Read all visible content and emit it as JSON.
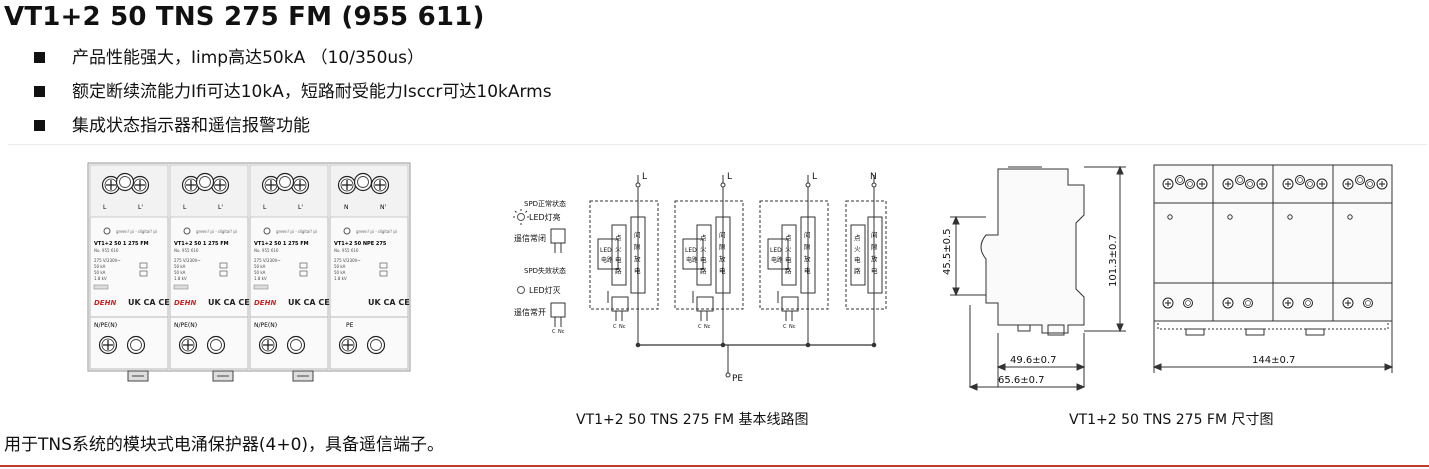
{
  "title": "VT1+2 50 TNS 275 FM (955 611)",
  "features": [
    "产品性能强大，Iimp高达50kA （10/350us）",
    "额定断续流能力Ifi可达10kA，短路耐受能力Isccr可达10kArms",
    "集成状态指示器和遥信报警功能"
  ],
  "product_photo": {
    "modules": [
      {
        "top_left": "L",
        "top_right": "L'",
        "brand": "green! pi - digital! pi",
        "model": "VT1+2 50 1 275 FM",
        "number": "No. 955 616",
        "uc": "275 V/230V~",
        "iimp": "50 kA",
        "imax": "50 kA",
        "up": "1.8 kV",
        "bottom": "N/PE(N)"
      },
      {
        "top_left": "L",
        "top_right": "L'",
        "brand": "green! pi - digital! pi",
        "model": "VT1+2 50 1 275 FM",
        "number": "No. 955 616",
        "uc": "275 V/230V~",
        "iimp": "50 kA",
        "imax": "50 kA",
        "up": "1.8 kV",
        "bottom": "N/PE(N)"
      },
      {
        "top_left": "L",
        "top_right": "L'",
        "brand": "green! pi - digital! pi",
        "model": "VT1+2 50 1 275 FM",
        "number": "No. 955 616",
        "uc": "275 V/230V~",
        "iimp": "50 kA",
        "imax": "50 kA",
        "up": "1.8 kV",
        "bottom": "N/PE(N)"
      },
      {
        "top_left": "N",
        "top_right": "N'",
        "brand": "green! pi - digital! pi",
        "model": "VT1+2 50 NPE 275",
        "number": "No. 955 616",
        "uc": "275 V/230V~",
        "iimp": "50 kA",
        "imax": "50 kA",
        "up": "1.8 kV",
        "bottom": "PE"
      }
    ],
    "dehn_logo": "DEHN",
    "cert_mark": "UK CA CE"
  },
  "circuit": {
    "phase_labels": [
      "L",
      "L",
      "L",
      "N"
    ],
    "pe_label": "PE",
    "legend_normal_title": "SPD正常状态",
    "legend_normal_led": "LED灯亮",
    "legend_normal_remote": "遥信常闭",
    "legend_fail_title": "SPD失效状态",
    "legend_fail_led": "LED灯灭",
    "legend_fail_remote": "遥信常开",
    "led_circuit": [
      "LED",
      "电路"
    ],
    "ignition_circuit": [
      "点",
      "火",
      "电",
      "路"
    ],
    "spark_gap": [
      "间",
      "隙",
      "放",
      "电"
    ],
    "contact_labels": [
      "C",
      "Nc"
    ]
  },
  "dimensions": {
    "height_front": "45.5±0.5",
    "height_side": "101.3±0.7",
    "depth_inner": "49.6±0.7",
    "depth_total": "65.6±0.7",
    "width_total": "144±0.7"
  },
  "captions": {
    "circuit": "VT1+2 50 TNS 275 FM 基本线路图",
    "dimensions": "VT1+2 50 TNS 275 FM 尺寸图"
  },
  "description": "用于TNS系统的模块式电涌保护器(4+0)，具备遥信端子。"
}
